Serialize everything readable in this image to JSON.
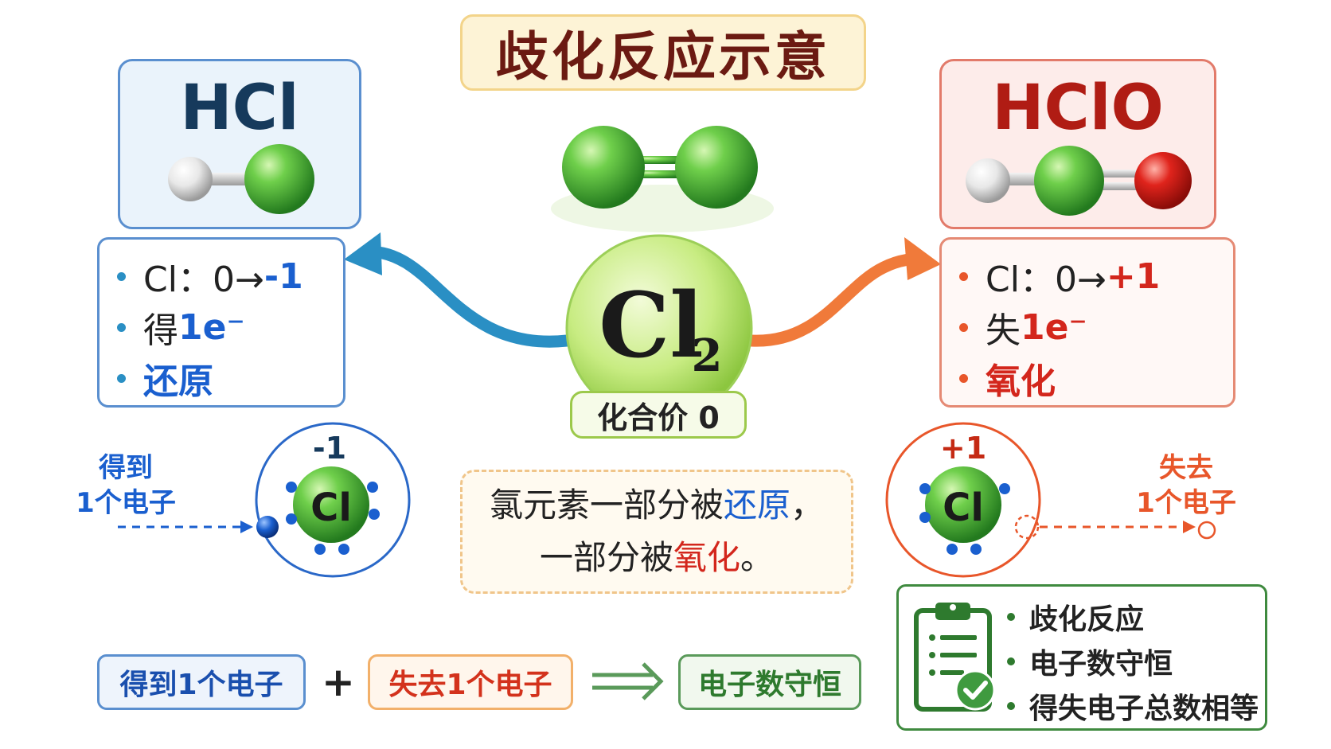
{
  "title": "歧化反应示意",
  "center": {
    "formula_main": "Cl",
    "formula_sub": "2",
    "valence_label": "化合价 0"
  },
  "left_product": {
    "formula": "HCl",
    "items": [
      {
        "prefix": "Cl：0→",
        "highlight": "-1"
      },
      {
        "prefix": "得",
        "highlight": "1e⁻"
      },
      {
        "prefix": "",
        "highlight": "还原"
      }
    ],
    "ion_charge": "-1",
    "ion_symbol": "Cl",
    "electron_label_line1": "得到",
    "electron_label_line2": "1个电子"
  },
  "right_product": {
    "formula": "HClO",
    "items": [
      {
        "prefix": "Cl：0→",
        "highlight": "+1"
      },
      {
        "prefix": "失",
        "highlight": "1e⁻"
      },
      {
        "prefix": "",
        "highlight": "氧化"
      }
    ],
    "ion_charge": "+1",
    "ion_symbol": "Cl",
    "electron_label_line1": "失去",
    "electron_label_line2": "1个电子"
  },
  "note": {
    "line1_prefix": "氯元素一部分被",
    "line1_highlight": "还原",
    "line1_suffix": "，",
    "line2_prefix": "一部分被",
    "line2_highlight": "氧化",
    "line2_suffix": "。"
  },
  "equation": {
    "gain": "得到1个电子",
    "plus": "+",
    "lose": "失去1个电子",
    "result": "电子数守恒"
  },
  "summary": {
    "items": [
      "歧化反应",
      "电子数守恒",
      "得失电子总数相等"
    ]
  },
  "colors": {
    "blue": "#1a5fcf",
    "red": "#d3261c",
    "green": "#3f8a3f",
    "chlorine": "#4fb03a"
  }
}
